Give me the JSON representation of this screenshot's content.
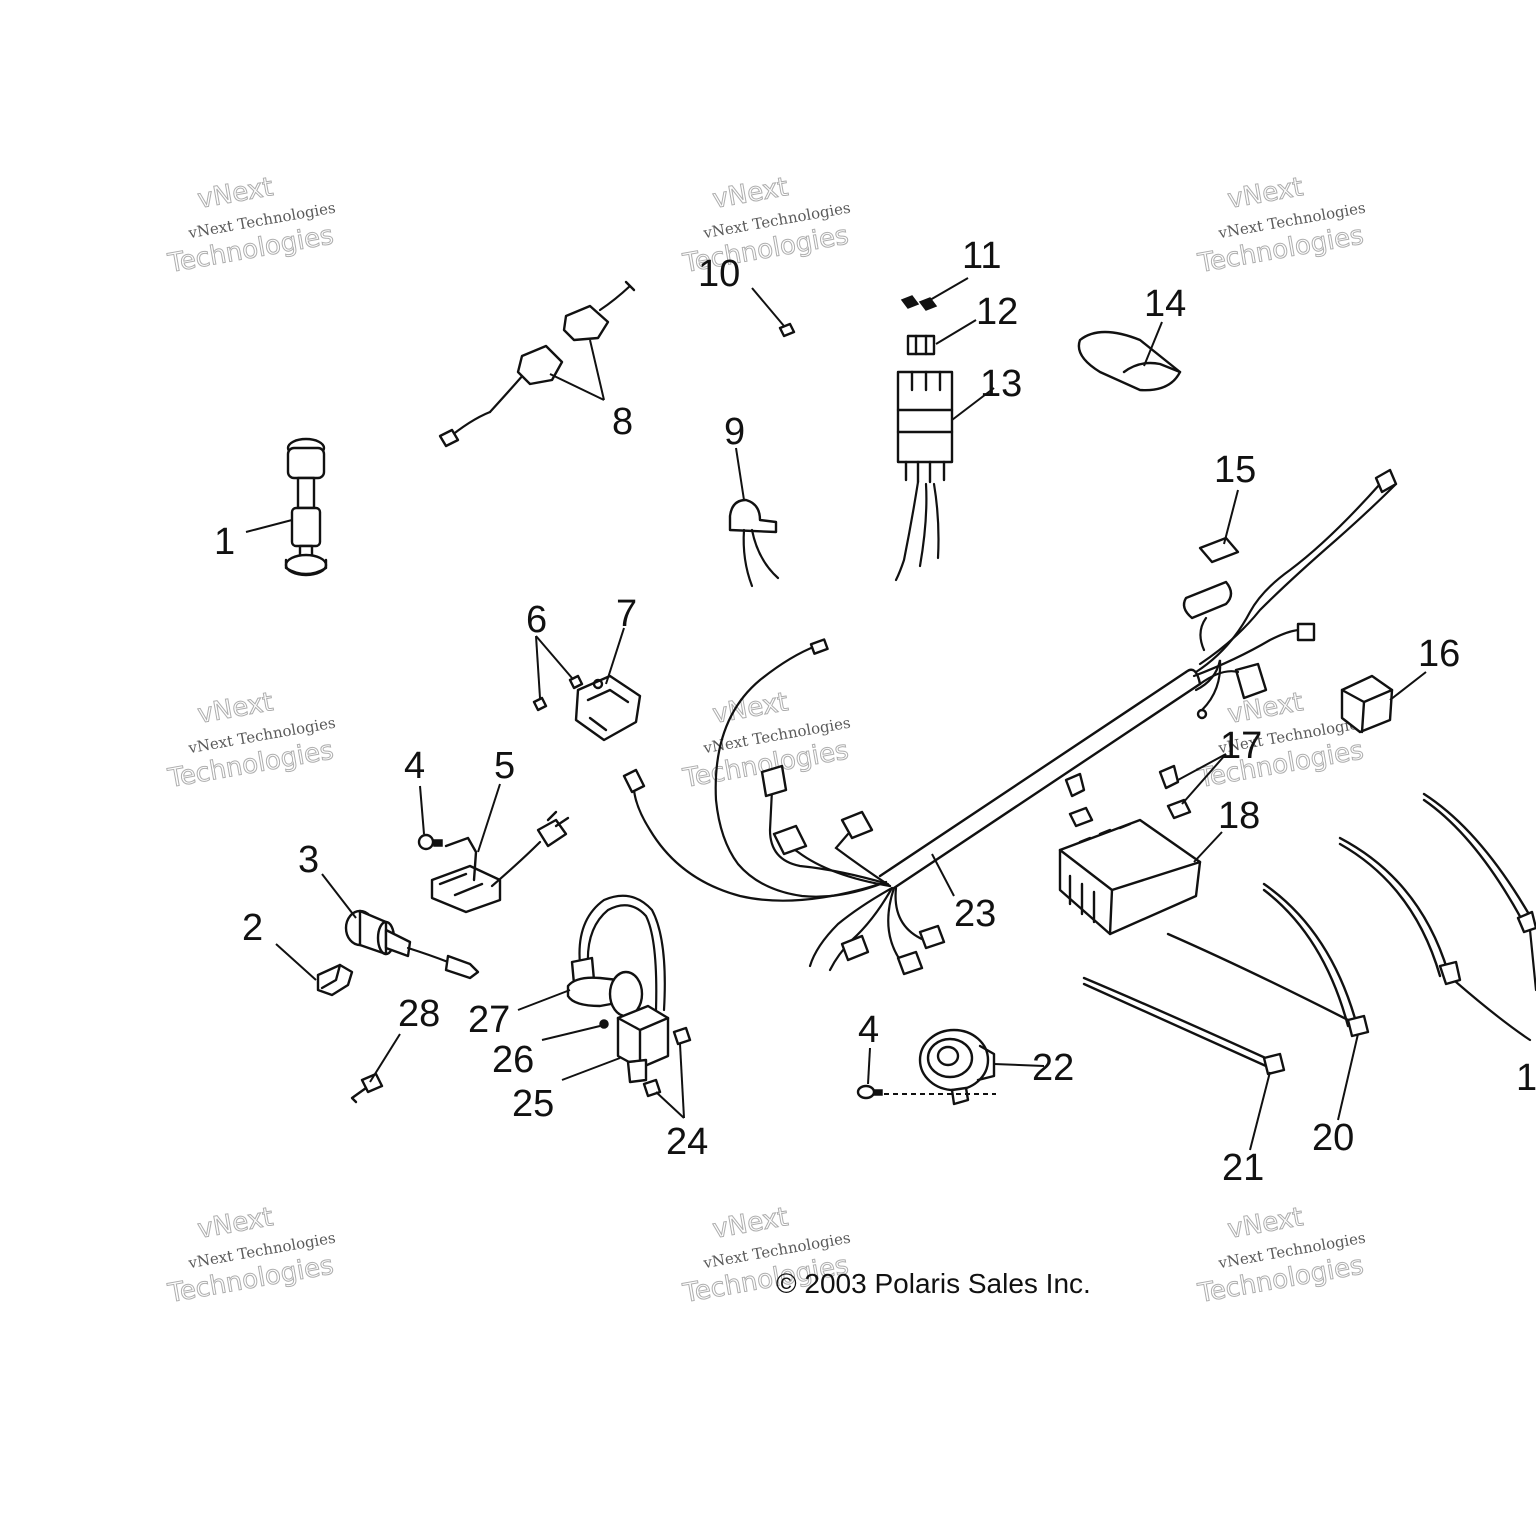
{
  "callouts": {
    "c1": "1",
    "c2": "2",
    "c3": "3",
    "c4a": "4",
    "c4b": "4",
    "c5": "5",
    "c6": "6",
    "c7": "7",
    "c8": "8",
    "c9": "9",
    "c10": "10",
    "c11": "11",
    "c12": "12",
    "c13": "13",
    "c14": "14",
    "c15": "15",
    "c16": "16",
    "c17": "17",
    "c18": "18",
    "c19": "1",
    "c20": "20",
    "c21": "21",
    "c22": "22",
    "c23": "23",
    "c24": "24",
    "c25": "25",
    "c26": "26",
    "c27": "27",
    "c28": "28"
  },
  "watermark": {
    "line_small": "vNext Technologies",
    "line_top": "vNext",
    "line_big": "Technologies"
  },
  "copyright": "© 2003 Polaris Sales Inc."
}
